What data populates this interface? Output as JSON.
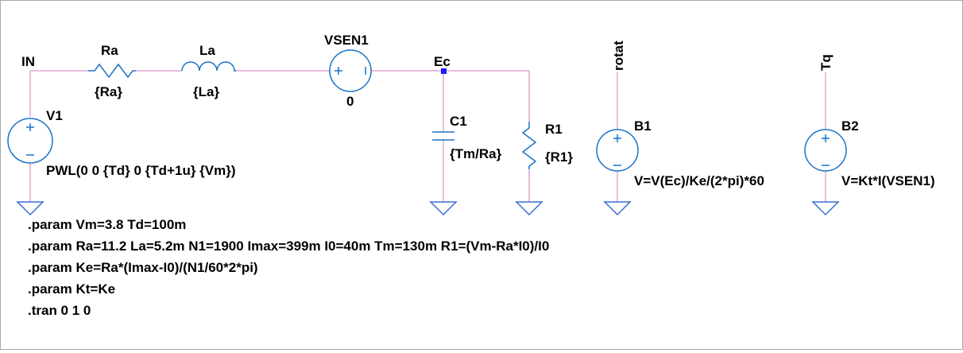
{
  "colors": {
    "wire": "#e0a8d0",
    "component": "#1a73c8",
    "component_fill": "#ffffff",
    "text": "#000000",
    "ground": "#3a6fd0",
    "junction": "#1a1aff",
    "border": "#a8a8a8"
  },
  "labels": {
    "net_in": "IN",
    "net_ec": "Ec",
    "net_rotat": "rotat",
    "net_tq": "Tq",
    "ra_name": "Ra",
    "ra_value": "{Ra}",
    "la_name": "La",
    "la_value": "{La}",
    "vsen_name": "VSEN1",
    "vsen_value": "0",
    "v1_name": "V1",
    "v1_value": "PWL(0 0 {Td} 0 {Td+1u} {Vm})",
    "c1_name": "C1",
    "c1_value": "{Tm/Ra}",
    "r1_name": "R1",
    "r1_value": "{R1}",
    "b1_name": "B1",
    "b1_value": "V=V(Ec)/Ke/(2*pi)*60",
    "b2_name": "B2",
    "b2_value": "V=Kt*I(VSEN1)"
  },
  "directives": [
    ".param Vm=3.8 Td=100m",
    ".param Ra=11.2 La=5.2m N1=1900 Imax=399m I0=40m Tm=130m R1=(Vm-Ra*I0)/I0",
    ".param Ke=Ra*(Imax-I0)/(N1/60*2*pi)",
    ".param Kt=Ke",
    ".tran 0 1 0"
  ]
}
